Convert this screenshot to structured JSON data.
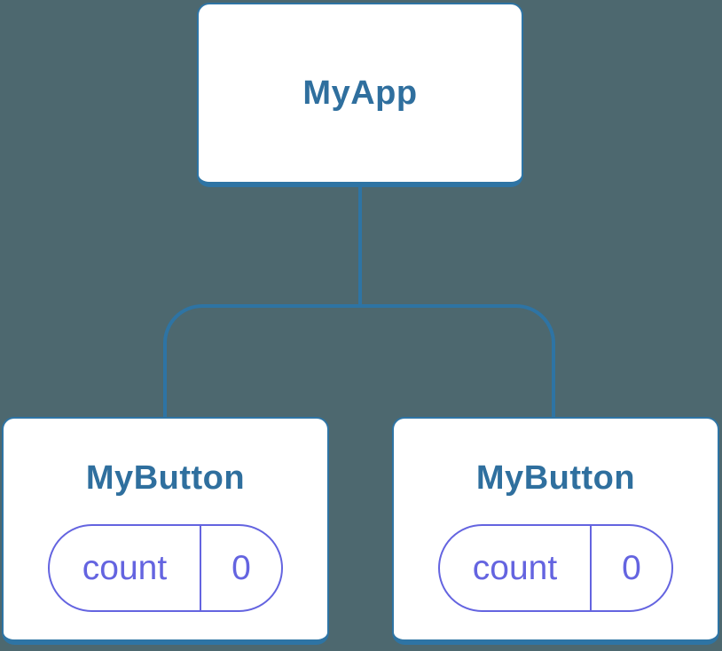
{
  "diagram": {
    "type": "component-tree",
    "colors": {
      "background": "#4D686F",
      "node_fill": "#FFFFFF",
      "node_border": "#2E74A4",
      "connector": "#2E74A4",
      "title_text": "#2F6F9E",
      "state_accent": "#6464E0"
    },
    "root": {
      "label": "MyApp"
    },
    "children": [
      {
        "label": "MyButton",
        "state": {
          "name": "count",
          "value": "0"
        }
      },
      {
        "label": "MyButton",
        "state": {
          "name": "count",
          "value": "0"
        }
      }
    ]
  }
}
